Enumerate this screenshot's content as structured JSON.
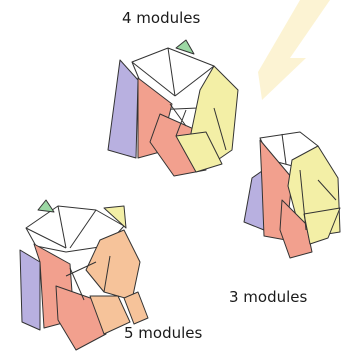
{
  "labels": {
    "four": "4 modules",
    "three": "3 modules",
    "five": "5 modules"
  },
  "colors": {
    "background": "#ffffff",
    "arrow": "#fbf0c8",
    "purple": "#b8b0e0",
    "salmon": "#f2a08e",
    "yellow": "#f3efa6",
    "peach": "#f6c39a",
    "green": "#9cd8a4",
    "white": "#ffffff",
    "outline": "#333333"
  }
}
